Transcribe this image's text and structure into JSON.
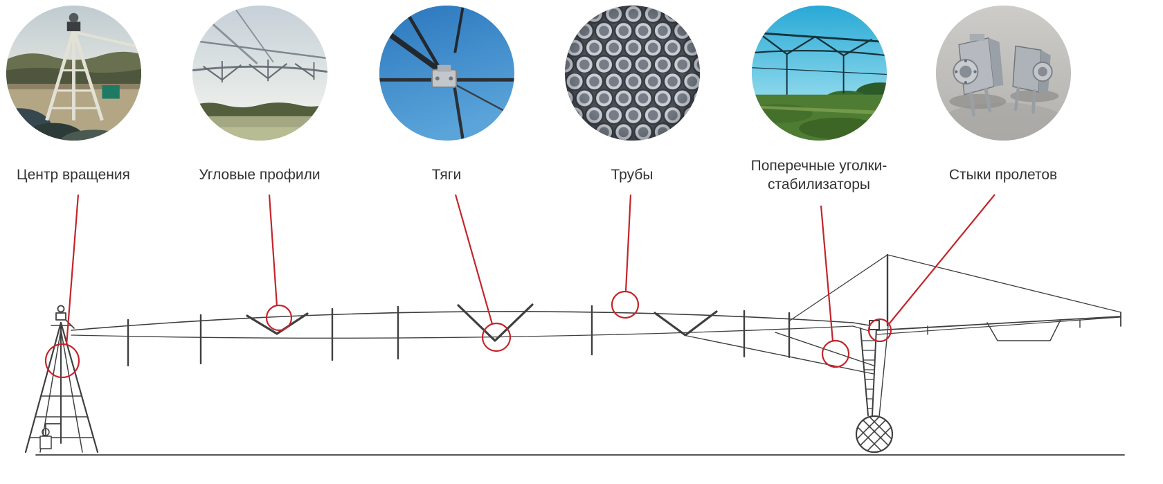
{
  "colors": {
    "callout_red": "#c4242b",
    "schematic_line": "#3f3f3f",
    "label_text": "#333333"
  },
  "items": [
    {
      "id": "pivot-center",
      "label": "Центр вращения",
      "photo": "pivot-tower-photo"
    },
    {
      "id": "angle-profiles",
      "label": "Угловые профили",
      "photo": "truss-span-photo"
    },
    {
      "id": "tie-rods",
      "label": "Тяги",
      "photo": "rod-clamp-photo"
    },
    {
      "id": "pipes",
      "label": "Трубы",
      "photo": "pipe-bundle-photo"
    },
    {
      "id": "cross-stabilizers",
      "label": "Поперечные уголки-стабилизаторы",
      "photo": "stabilizer-frame-photo"
    },
    {
      "id": "span-joints",
      "label": "Стыки пролетов",
      "photo": "span-joint-photo"
    }
  ]
}
